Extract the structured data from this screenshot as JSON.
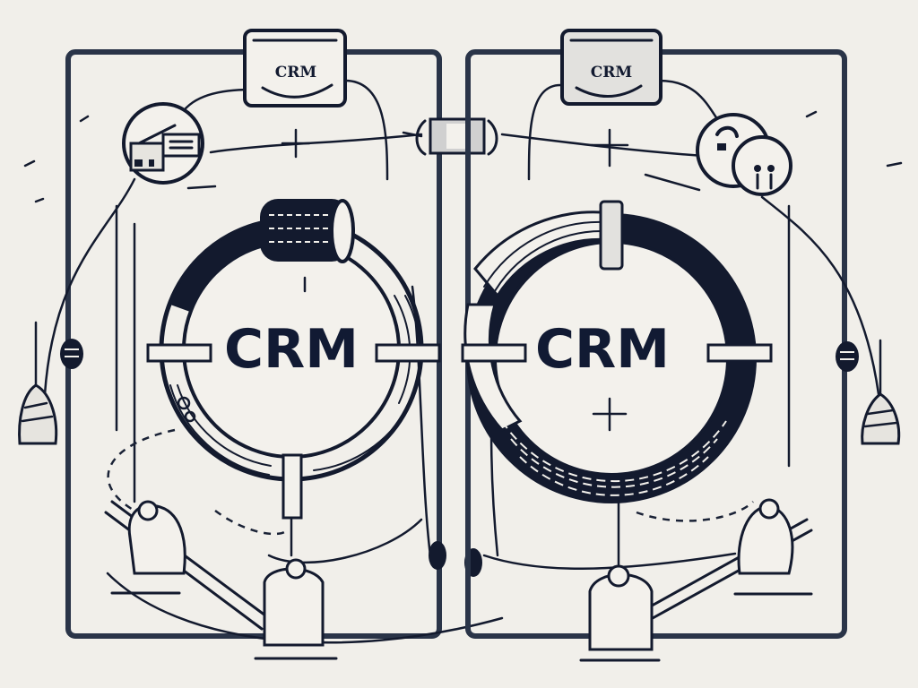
{
  "illustration": {
    "description": "Hand-drawn sketch of two CRM panels linked together",
    "background_color": "#f1efea",
    "ink_color": "#131a2e",
    "panels": [
      {
        "id": "left",
        "top_card_label": "CRM",
        "center_label": "CRM",
        "badge_icon": "building-magnifier-icon"
      },
      {
        "id": "right",
        "top_card_label": "CRM",
        "center_label": "CRM",
        "badge_icon": "people-group-icon"
      }
    ],
    "connector_icon": "link-clamp-icon"
  }
}
